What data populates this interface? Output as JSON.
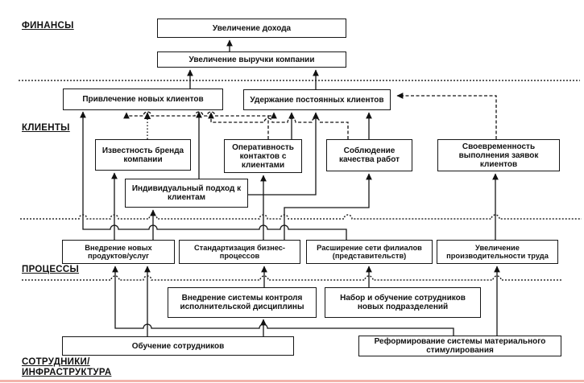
{
  "diagram": {
    "title_hint": "Strategy map (balanced scorecard)",
    "sections": {
      "finance": "ФИНАНСЫ",
      "clients": "КЛИЕНТЫ",
      "processes": "ПРОЦЕССЫ",
      "staff_line1": "СОТРУДНИКИ/",
      "staff_line2": "ИНФРАСТРУКТУРА"
    },
    "nodes": {
      "income": "Увеличение дохода",
      "revenue": "Увеличение выручки компании",
      "attract": "Привлечение новых клиентов",
      "retain": "Удержание постоянных клиентов",
      "brand": "Известность бренда компании",
      "contact_speed": "Оперативность контактов с клиентами",
      "quality": "Соблюдение качества работ",
      "timeliness": "Своевременность выполнения заявок клиентов",
      "individual": "Индивидуальный подход к клиентам",
      "new_products": "Внедрение новых продуктов/услуг",
      "standardization": "Стандартизация бизнес-процессов",
      "branches": "Расширение сети филиалов (представительств)",
      "productivity": "Увеличение производительности труда",
      "discipline": "Внедрение системы контроля исполнительской дисциплины",
      "recruiting": "Набор и обучение сотрудников новых подразделений",
      "training": "Обучение сотрудников",
      "incentives": "Реформирование системы материального стимулирования"
    },
    "colors": {
      "line": "#161616",
      "box_border": "#161616",
      "background": "#ffffff",
      "bottom_strip": "#f2b3ab"
    }
  }
}
